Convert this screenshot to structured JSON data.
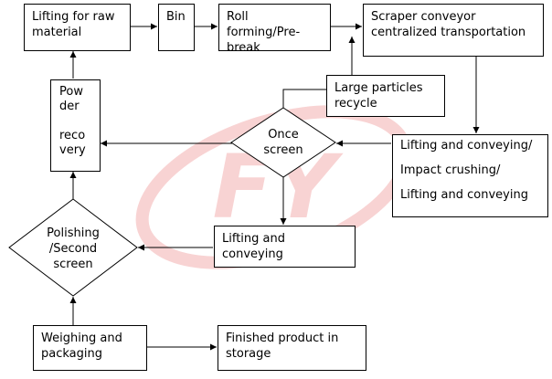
{
  "colors": {
    "line": "#000000",
    "watermark": "#e23b3b"
  },
  "watermark": {
    "text": "FY",
    "icon": "fy-logo-watermark"
  },
  "nodes": {
    "lifting_raw": "Lifting for raw\nmaterial",
    "bin": "Bin",
    "roll_forming": "Roll forming/Pre-\nbreak",
    "scraper": "Scraper  conveyor\ncentralized transportation",
    "powder_recovery": "Pow\nder\n\nreco\nvery",
    "large_particles": "Large particles\nrecycle",
    "once_screen": "Once\nscreen",
    "impact_crushing": "Lifting and conveying/\n\nImpact crushing/\n\nLifting and conveying",
    "polishing": "Polishing\n/Second\nscreen",
    "lifting_conveying": "Lifting and conveying",
    "weighing": "Weighing and\npackaging",
    "finished": "Finished product in\n storage"
  }
}
